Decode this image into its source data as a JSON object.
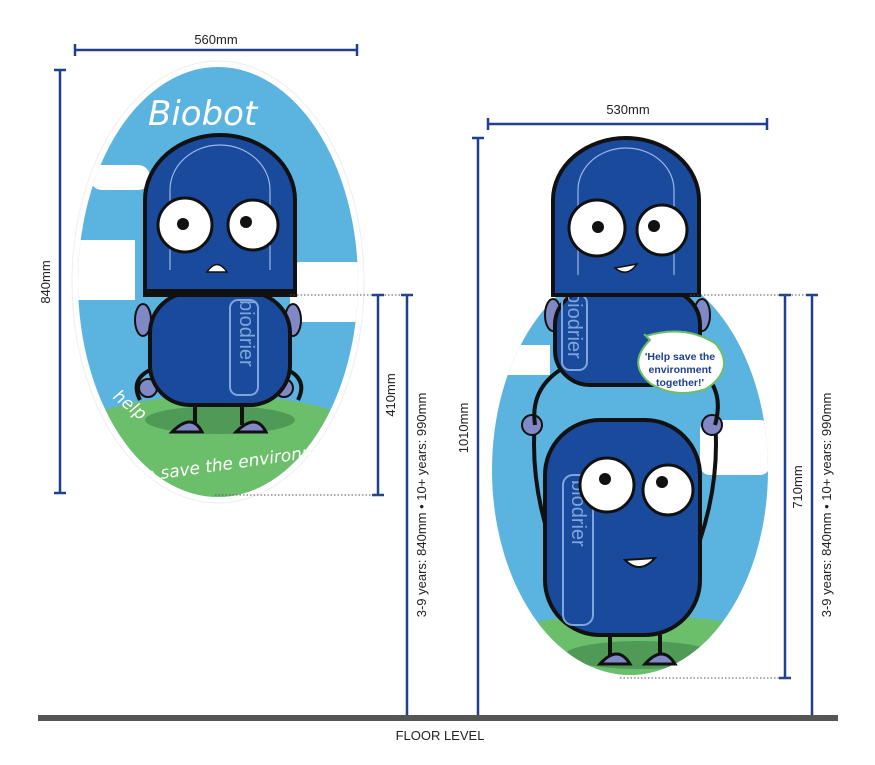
{
  "left_panel": {
    "title": "Biobot",
    "slogan": "help to save the environment",
    "brand": "biodrier",
    "width_label": "560mm",
    "height_label": "840mm",
    "mount_label": "410mm",
    "height_by_age_label": "3-9 years: 840mm • 10+ years: 990mm"
  },
  "right_panel": {
    "speech_bubble": "'Help save the environment together!'",
    "speech_lines": [
      "'Help save the",
      "environment",
      "together!'"
    ],
    "brand": "biodrier",
    "width_label": "530mm",
    "height_label": "1010mm",
    "mount_label": "710mm",
    "height_by_age_label": "3-9 years: 840mm • 10+ years: 990mm"
  },
  "floor_label": "FLOOR LEVEL",
  "colors": {
    "dimension": "#1f3f8f",
    "sky": "#5ab4df",
    "grass": "#6cbf6a",
    "robot": "#1a4a9c",
    "floor": "#555555"
  }
}
